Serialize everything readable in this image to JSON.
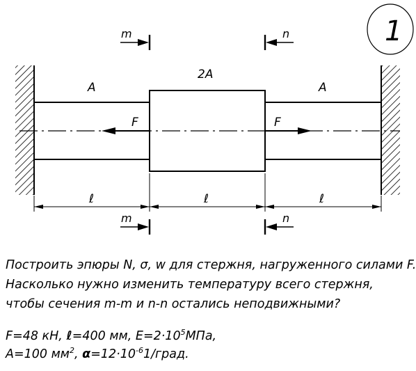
{
  "problem_number": "1",
  "labels": {
    "area_left": "A",
    "area_middle": "2A",
    "area_right": "A",
    "force_left": "F",
    "force_right": "F",
    "section_m": "m",
    "section_n": "n",
    "length": "ℓ"
  },
  "task": {
    "line1": "Построить эпюры N, σ, w для стержня, нагруженного силами F.",
    "line2": "Насколько нужно изменить температуру всего стержня,",
    "line3": "чтобы сечения   m-m и n-n остались неподвижными?"
  },
  "given": {
    "F": "F=48 кН,",
    "l_sym": "ℓ",
    "l_val": "=400 мм,",
    "E_base": "E=2·10",
    "E_exp": "5",
    "E_unit": "МПа,",
    "A_base": "A=100 мм",
    "A_exp": "2",
    "A_sep": ",",
    "alpha_sym": "α",
    "alpha_base": "=12·10",
    "alpha_exp": "-6",
    "alpha_unit": "1/град."
  }
}
